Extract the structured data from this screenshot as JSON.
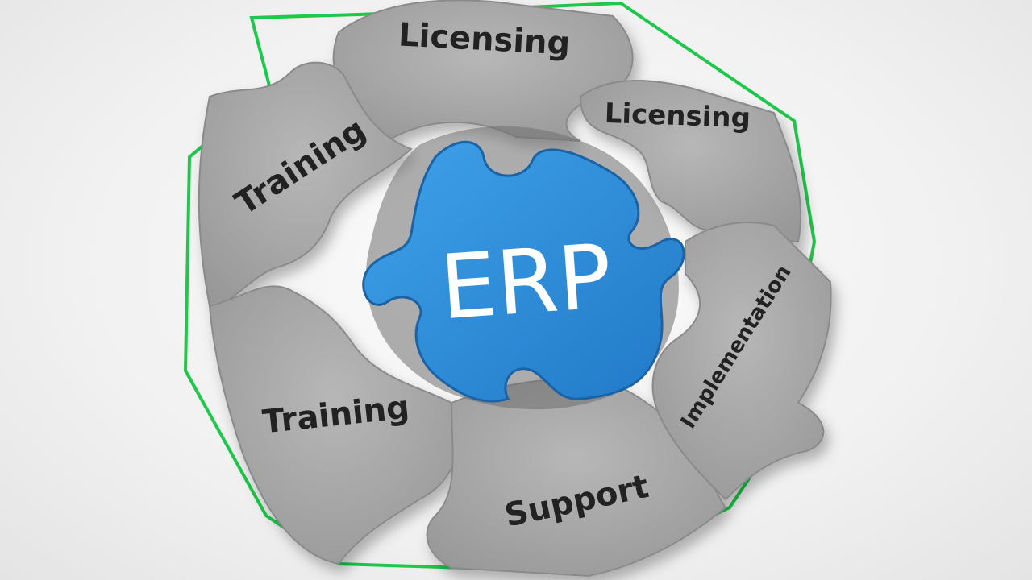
{
  "puzzle": {
    "center_label": "ERP",
    "labels": {
      "top": "Licensing",
      "upper_right": "Licensing",
      "upper_left": "Training",
      "lower_left": "Training",
      "bottom": "Support",
      "right": "Implementation"
    },
    "colors": {
      "outline": "#1ec84a",
      "piece": "#a9a9a9",
      "piece_shadow": "#7d7d7d",
      "center": "#2f8fdc",
      "center_dark": "#1a6fb8",
      "text": "#222222"
    }
  }
}
